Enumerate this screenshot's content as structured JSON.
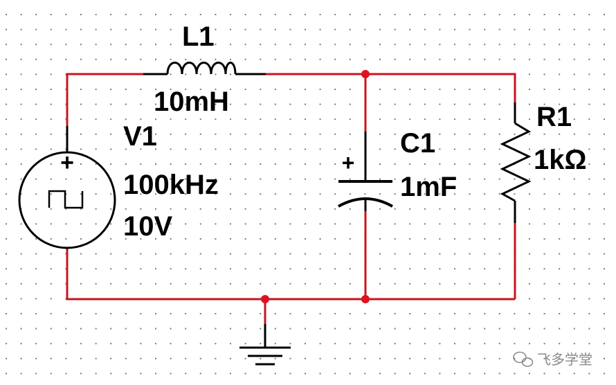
{
  "colors": {
    "wire": "#c8141e",
    "component": "#000000",
    "junction": "#e0101e",
    "grid_dot": "#7a7a7a",
    "background": "#ffffff",
    "watermark": "#8a8a8a"
  },
  "components": {
    "inductor": {
      "ref": "L1",
      "value": "10mH"
    },
    "source": {
      "ref": "V1",
      "frequency": "100kHz",
      "amplitude": "10V",
      "polarity": "+"
    },
    "capacitor": {
      "ref": "C1",
      "value": "1mF",
      "polarity": "+"
    },
    "resistor": {
      "ref": "R1",
      "value": "1kΩ"
    }
  },
  "watermark": {
    "text": "飞多学堂"
  }
}
